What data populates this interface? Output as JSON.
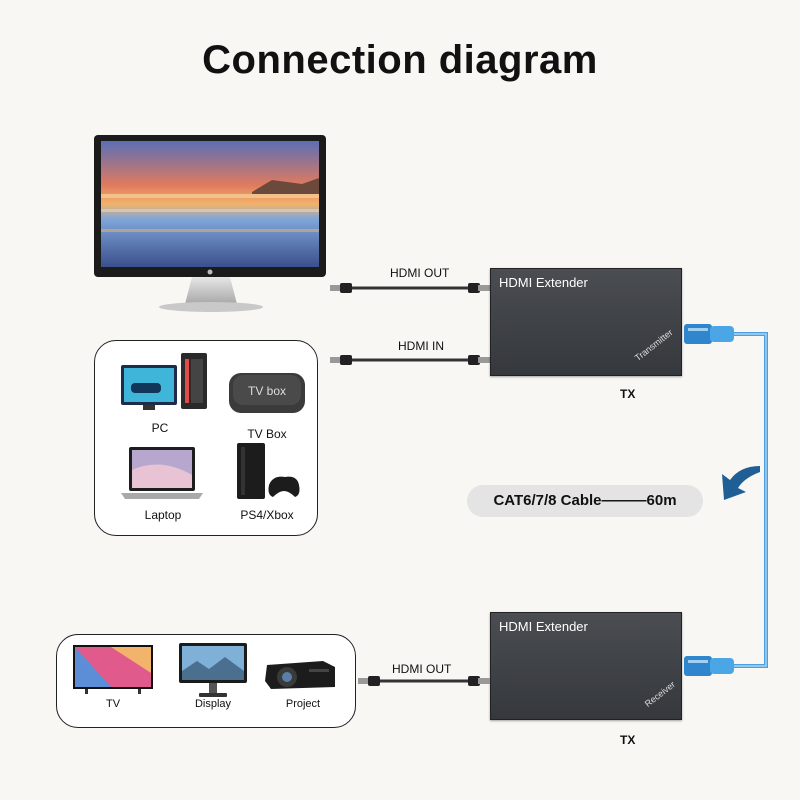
{
  "title": "Connection diagram",
  "source_devices": [
    {
      "label": "PC"
    },
    {
      "label": "TV Box",
      "screen_text": "TV box"
    },
    {
      "label": "Laptop"
    },
    {
      "label": "PS4/Xbox"
    }
  ],
  "display_devices": [
    {
      "label": "TV"
    },
    {
      "label": "Display"
    },
    {
      "label": "Project"
    }
  ],
  "transmitter": {
    "name": "HDMI Extender",
    "role": "Transmitter",
    "caption": "TX"
  },
  "receiver": {
    "name": "HDMI Extender",
    "role": "Receiver",
    "caption": "TX"
  },
  "cables": {
    "hdmi_out_top": "HDMI OUT",
    "hdmi_in": "HDMI IN",
    "hdmi_out_bottom": "HDMI OUT",
    "network": "CAT6/7/8 Cable———60m"
  },
  "colors": {
    "network_cable": "#4a9fe0",
    "arrow": "#1f5f95",
    "extender": "#3e4145"
  }
}
